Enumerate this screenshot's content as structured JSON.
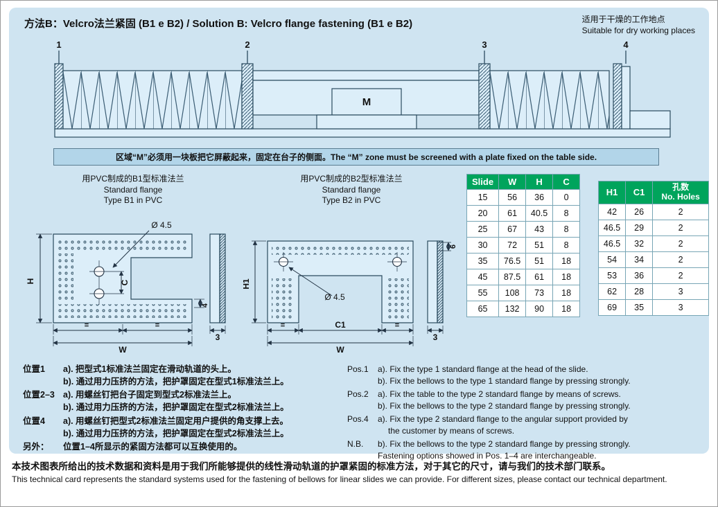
{
  "colors": {
    "panel_bg": "#cfe4f1",
    "banner_bg": "#b2d5e9",
    "table_header_bg": "#00a45c",
    "drawing_fill": "#dceef9"
  },
  "header": {
    "title": "方法B：Velcro法兰紧固 (B1 e B2) / Solution B: Velcro flange fastening (B1 e B2)",
    "note1": "适用于干燥的工作地点",
    "note2": "Suitable for dry working places"
  },
  "drawing": {
    "markers": [
      "1",
      "2",
      "3",
      "4"
    ],
    "m_label": "M",
    "banner": "区域“M”必须用一块板把它屏蔽起来，固定在台子的侧面。The “M” zone must be screened with a plate fixed on the table side."
  },
  "flange_b1": {
    "caption_cn": "用PVC制成的B1型标准法兰",
    "caption_en1": "Standard flange",
    "caption_en2": "Type B1 in PVC",
    "hole": "Ø 4.5",
    "H": "H",
    "W": "W",
    "C": "C",
    "dim3": "3",
    "dim4": "4",
    "eq": "="
  },
  "flange_b2": {
    "caption_cn": "用PVC制成的B2型标准法兰",
    "caption_en1": "Standard flange",
    "caption_en2": "Type B2 in PVC",
    "hole": "Ø 4.5",
    "H1": "H1",
    "W": "W",
    "C1": "C1",
    "dim3": "3",
    "dim6": "6",
    "eq": "="
  },
  "tables": {
    "slide": {
      "headers": [
        "Slide",
        "W",
        "H",
        "C"
      ],
      "rows": [
        [
          "15",
          "56",
          "36",
          "0"
        ],
        [
          "20",
          "61",
          "40.5",
          "8"
        ],
        [
          "25",
          "67",
          "43",
          "8"
        ],
        [
          "30",
          "72",
          "51",
          "8"
        ],
        [
          "35",
          "76.5",
          "51",
          "18"
        ],
        [
          "45",
          "87.5",
          "61",
          "18"
        ],
        [
          "55",
          "108",
          "73",
          "18"
        ],
        [
          "65",
          "132",
          "90",
          "18"
        ]
      ]
    },
    "holes": {
      "headers": [
        "H1",
        "C1"
      ],
      "header3_cn": "孔数",
      "header3_en": "No. Holes",
      "rows": [
        [
          "42",
          "26",
          "2"
        ],
        [
          "46.5",
          "29",
          "2"
        ],
        [
          "46.5",
          "32",
          "2"
        ],
        [
          "54",
          "34",
          "2"
        ],
        [
          "53",
          "36",
          "2"
        ],
        [
          "62",
          "28",
          "3"
        ],
        [
          "69",
          "35",
          "3"
        ]
      ]
    }
  },
  "instructions": {
    "cn": [
      {
        "label": "位置1",
        "a": "a). 把型式1标准法兰固定在滑动轨道的头上。",
        "b": "b). 通过用力压挤的方法，把护罩固定在型式1标准法兰上。"
      },
      {
        "label": "位置2–3",
        "a": "a). 用螺丝钉把台子固定到型式2标准法兰上。",
        "b": "b). 通过用力压挤的方法，把护罩固定在型式2标准法兰上。"
      },
      {
        "label": "位置4",
        "a": "a). 用螺丝钉把型式2标准法兰固定用户提供的角支撑上去。",
        "b": "b). 通过用力压挤的方法，把护罩固定在型式2标准法兰上。"
      },
      {
        "label": "另外：",
        "a": "位置1–4所显示的紧固方法都可以互换使用的。",
        "b": ""
      }
    ],
    "en": [
      {
        "label": "Pos.1",
        "a": "a). Fix the type 1 standard flange at the head of the slide.",
        "b": "b). Fix the bellows to the type 1 standard flange by pressing strongly."
      },
      {
        "label": "Pos.2",
        "a": "a). Fix the table to the type 2 standard flange by means of screws.",
        "b": "b). Fix the bellows to the type 2 standard flange by pressing strongly."
      },
      {
        "label": "Pos.4",
        "a": "a). Fix the type 2 standard flange to the angular support provided by",
        "b": "the customer by means of screws."
      },
      {
        "label": "N.B.",
        "a": "b). Fix the bellows to the type 2 standard flange by pressing strongly.",
        "b": "Fastening options showed in Pos. 1–4 are interchangeable."
      }
    ]
  },
  "footer": {
    "cn": "本技术图表所给出的技术数据和资料是用于我们所能够提供的线性滑动轨道的护罩紧固的标准方法，对于其它的尺寸，请与我们的技术部门联系。",
    "en": "This technical card represents the standard systems used for the fastening of bellows for linear slides we can provide. For different sizes, please contact our technical department."
  }
}
